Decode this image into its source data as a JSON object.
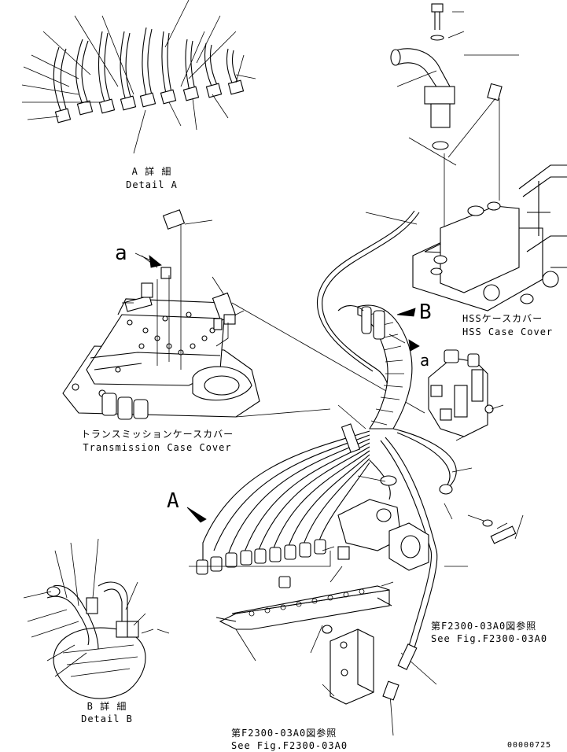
{
  "labels": {
    "detail_a_jp": "A 詳 細",
    "detail_a_en": "Detail A",
    "detail_b_jp": "B 詳 細",
    "detail_b_en": "Detail B",
    "transmission_jp": "トランスミッションケースカバー",
    "transmission_en": "Transmission Case Cover",
    "hss_jp": "HSSケースカバー",
    "hss_en": "HSS Case Cover",
    "see_fig_right_jp": "第F2300-03A0図参照",
    "see_fig_right_en": "See Fig.F2300-03A0",
    "see_fig_bottom_jp": "第F2300-03A0図参照",
    "see_fig_bottom_en": "See Fig.F2300-03A0",
    "view_a": "A",
    "view_b": "B",
    "marker_a_left": "a",
    "marker_a_right": "a",
    "drawing_number": "00000725"
  }
}
